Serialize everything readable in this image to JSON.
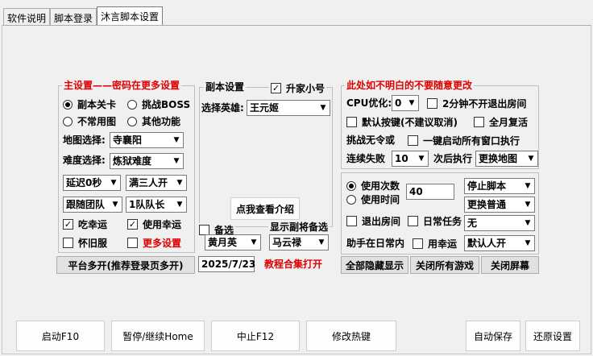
{
  "tabs": [
    {
      "label": "软件说明",
      "active": false
    },
    {
      "label": "脚本登录",
      "active": false
    },
    {
      "label": "沐言脚本设置",
      "active": true
    }
  ],
  "main_settings": {
    "title": "主设置——密码在更多设置",
    "radio_chapter": "副本关卡",
    "radio_boss": "挑战BOSS",
    "radio_common_map": "不常用图",
    "radio_other": "其他功能",
    "map_label": "地图选择:",
    "map_value": "寺襄阳",
    "difficulty_label": "难度选择:",
    "difficulty_value": "炼狱难度",
    "delay_value": "延迟0秒",
    "team_full_value": "满三人开",
    "follow_value": "跟随团队",
    "leader_value": "1队队长",
    "eat_luck": "吃幸运",
    "use_luck": "使用幸运",
    "nostalgia": "怀旧服",
    "more_settings": "更多设置",
    "multi_open_button": "平台多开(推荐登录页多开)"
  },
  "dungeon_settings": {
    "title": "副本设置",
    "upgrade_alt": "升家小号",
    "hero_label": "选择英雄:",
    "hero_value": "王元姬",
    "view_intro_button": "点我查看介绍",
    "backup_label": "备选",
    "show_backup_label": "显示副将备选",
    "backup_hero_1": "黄月英",
    "backup_hero_2": "马云禄",
    "date_value": "2025/7/23",
    "tutorial_link": "教程合集打开"
  },
  "misc_settings": {
    "title": "此处如不明白的不要随意更改",
    "cpu_label": "CPU优化:",
    "cpu_value": "0",
    "exit_room_2min": "2分钟不开退出房间",
    "default_keys": "默认按键(不建议取消)",
    "full_moon": "全月复活",
    "challenge_no_order": "挑战无令或",
    "start_all_windows": "一键启动所有窗口执行",
    "consecutive_fail_label": "连续失败",
    "consecutive_fail_value": "10",
    "after_execute_label": "次后执行",
    "after_execute_value": "更换地图"
  },
  "usage_settings": {
    "use_count": "使用次数",
    "use_time": "使用时间",
    "count_value": "40",
    "stop_script_value": "停止脚本",
    "change_normal_value": "更换普通",
    "exit_room": "退出房间",
    "daily_task": "日常任务",
    "none_value": "无",
    "helper_daily": "助手在日常内",
    "use_luck": "用幸运",
    "default_open_value": "默认人开",
    "hide_all_button": "全部隐藏显示",
    "close_games_button": "关闭所有游戏",
    "close_screen_button": "关闭屏幕"
  },
  "bottom": {
    "start": "启动F10",
    "pause": "暂停/继续Home",
    "stop": "中止F12",
    "hotkey": "修改热键",
    "autosave": "自动保存",
    "restore": "还原设置"
  },
  "colors": {
    "accent_red": "#e00000"
  }
}
